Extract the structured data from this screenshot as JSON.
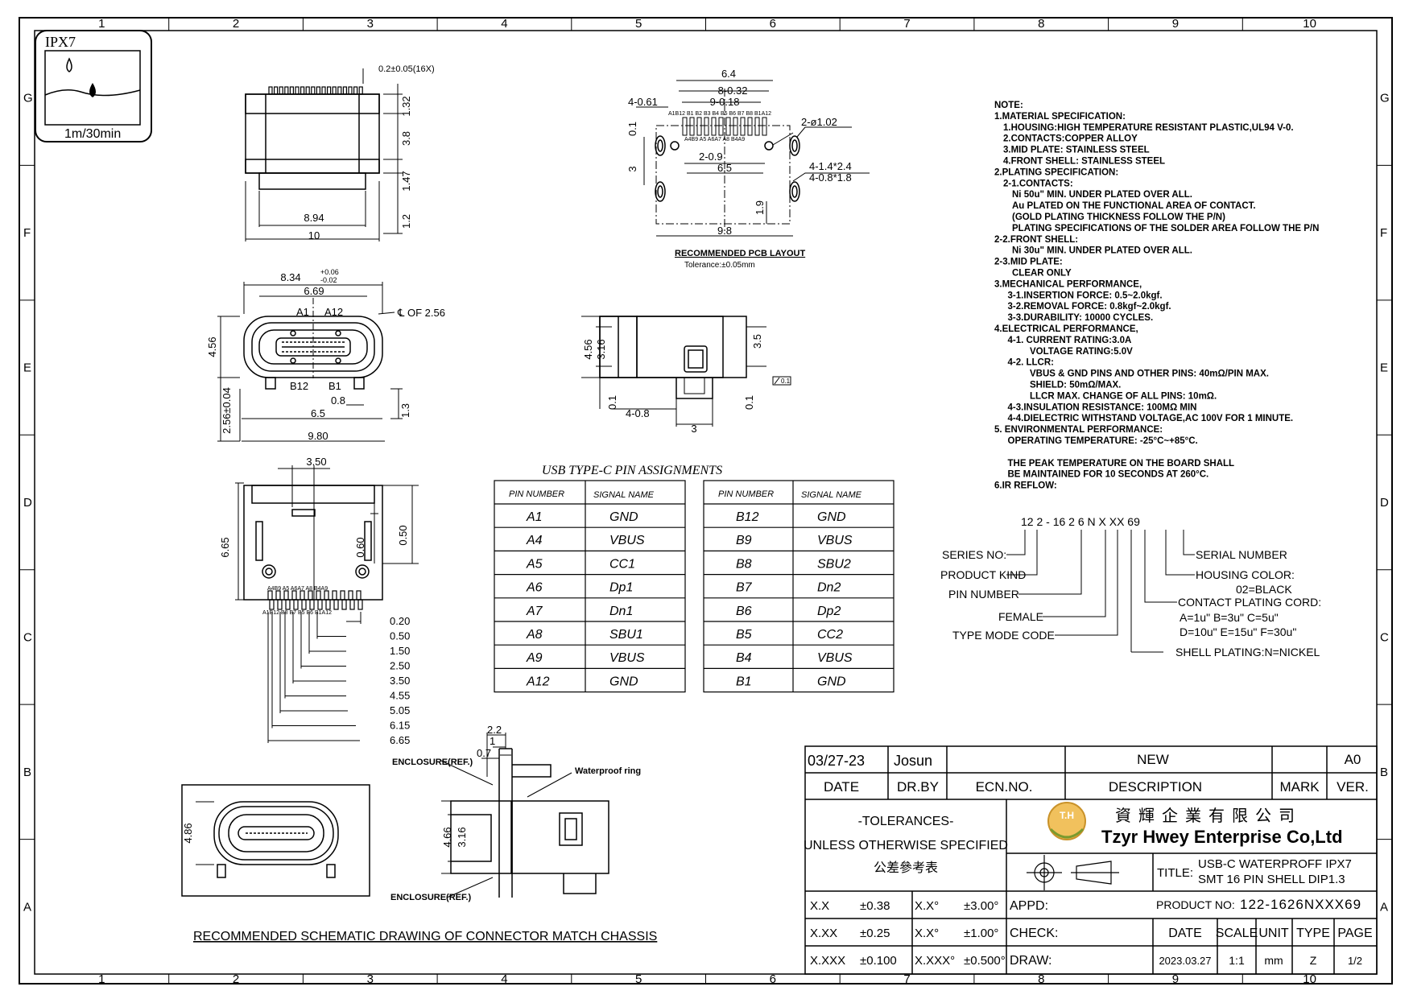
{
  "frame": {
    "cols": [
      "1",
      "2",
      "3",
      "4",
      "5",
      "6",
      "7",
      "8",
      "9",
      "10"
    ],
    "rows": [
      "G",
      "F",
      "E",
      "D",
      "C",
      "B",
      "A"
    ]
  },
  "ipx7": {
    "title": "IPX7",
    "depth": "1m/30min"
  },
  "top_view": {
    "pitch": "0.2±0.05(16X)",
    "dims": [
      "1.32",
      "3.8",
      "1.47",
      "1.2"
    ],
    "w1": "8.94",
    "w2": "10"
  },
  "front_view": {
    "w_top": "8.34",
    "w_top_tol_up": "+0.06",
    "w_top_tol_dn": "-0.02",
    "w_inner": "6.69",
    "center": "℄ OF 2.56",
    "a1": "A1",
    "a12": "A12",
    "b12": "B12",
    "b1": "B1",
    "h": "4.56",
    "h2": "2.56±0.04",
    "w65": "6.5",
    "w08": "0.8",
    "h13": "1.3",
    "w980": "9.80"
  },
  "bottom_view": {
    "w350": "3.50",
    "h665": "6.65",
    "h060": "0.60",
    "h050": "0.50",
    "top_labels": "A4B9  A5  A6A7  A8  B4A9",
    "bot_labels": "A1B12  B8  B7  B5  B6  B1A12",
    "dims": [
      "0.20",
      "0.50",
      "1.50",
      "2.50",
      "3.50",
      "4.55",
      "5.05",
      "6.15",
      "6.65"
    ]
  },
  "pcb": {
    "d64": "6.4",
    "d832": "8-0.32",
    "d918": "9-0.18",
    "d461": "4-0.61",
    "d01": "0.1",
    "d3": "3",
    "hole": "2-ø1.02",
    "d2_09": "2-0.9",
    "d65": "6.5",
    "slot1": "4-1.4*2.4",
    "slot2": "4-0.8*1.8",
    "d19": "1.9",
    "d98": "9.8",
    "top_pins": "A1B12  B1  B2  B3  B4  B5 B6 B7 B8  B1A12",
    "mid_pins": "A4B9  A5  A6A7  A8  B4A9",
    "title": "RECOMMENDED PCB LAYOUT",
    "tol": "Tolerance:±0.05mm"
  },
  "side_view": {
    "h456": "4.56",
    "h316": "3.16",
    "h35": "3.5",
    "flat": "0.1",
    "d01a": "0.1",
    "d01b": "0.1",
    "d408": "4-0.8",
    "d3": "3"
  },
  "pin_table": {
    "title": "USB TYPE-C PIN ASSIGNMENTS",
    "headers": [
      "PIN NUMBER",
      "SIGNAL NAME",
      "PIN NUMBER",
      "SIGNAL NAME"
    ],
    "left": [
      [
        "A1",
        "GND"
      ],
      [
        "A4",
        "VBUS"
      ],
      [
        "A5",
        "CC1"
      ],
      [
        "A6",
        "Dp1"
      ],
      [
        "A7",
        "Dn1"
      ],
      [
        "A8",
        "SBU1"
      ],
      [
        "A9",
        "VBUS"
      ],
      [
        "A12",
        "GND"
      ]
    ],
    "right": [
      [
        "B12",
        "GND"
      ],
      [
        "B9",
        "VBUS"
      ],
      [
        "B8",
        "SBU2"
      ],
      [
        "B7",
        "Dn2"
      ],
      [
        "B6",
        "Dp2"
      ],
      [
        "B5",
        "CC2"
      ],
      [
        "B4",
        "VBUS"
      ],
      [
        "B1",
        "GND"
      ]
    ]
  },
  "notes": [
    "NOTE:",
    "1.MATERIAL SPECIFICATION:",
    "  1.HOUSING:HIGH TEMPERATURE RESISTANT PLASTIC,UL94 V-0.",
    "  2.CONTACTS:COPPER ALLOY",
    "  3.MID PLATE: STAINLESS STEEL",
    "  4.FRONT SHELL: STAINLESS STEEL",
    "2.PLATING SPECIFICATION:",
    "  2-1.CONTACTS:",
    "    Ni 50u\" MIN. UNDER PLATED OVER ALL.",
    "    Au PLATED ON THE FUNCTIONAL AREA OF CONTACT.",
    "    (GOLD PLATING THICKNESS FOLLOW THE P/N)",
    "    PLATING SPECIFICATIONS OF THE SOLDER AREA FOLLOW THE P/N",
    "2-2.FRONT SHELL:",
    "    Ni 30u\" MIN. UNDER PLATED OVER ALL.",
    "2-3.MID PLATE:",
    "    CLEAR ONLY",
    "3.MECHANICAL PERFORMANCE,",
    "   3-1.INSERTION FORCE: 0.5~2.0kgf.",
    "   3-2.REMOVAL FORCE: 0.8kgf~2.0kgf.",
    "   3-3.DURABILITY: 10000 CYCLES.",
    "4.ELECTRICAL PERFORMANCE,",
    "   4-1. CURRENT RATING:3.0A",
    "        VOLTAGE RATING:5.0V",
    "   4-2. LLCR:",
    "        VBUS & GND PINS AND OTHER PINS: 40mΩ/PIN MAX.",
    "        SHIELD: 50mΩ/MAX.",
    "        LLCR MAX. CHANGE OF ALL PINS: 10mΩ.",
    "   4-3.INSULATION RESISTANCE: 100MΩ   MIN",
    "   4-4.DIELECTRIC WITHSTAND VOLTAGE,AC 100V FOR 1 MINUTE.",
    "5. ENVIRONMENTAL PERFORMANCE:",
    "   OPERATING TEMPERATURE: -25°C~+85°C.",
    "",
    "   THE PEAK TEMPERATURE ON THE BOARD SHALL",
    "   BE MAINTAINED FOR 10 SECONDS AT 260°C.",
    "6.IR REFLOW:"
  ],
  "pn_code": {
    "code": "12 2  -  16   2 6  N  X  XX  69",
    "series": "SERIES NO:",
    "kind": "PRODUCT KIND",
    "pin": "PIN NUMBER",
    "female": "FEMALE",
    "type": "TYPE MODE CODE",
    "serial": "SERIAL NUMBER",
    "housing": "HOUSING COLOR:",
    "black": "02=BLACK",
    "contact": "CONTACT PLATING CORD:",
    "c1": "A=1u\"  B=3u\"  C=5u\"",
    "c2": "D=10u\" E=15u\" F=30u\"",
    "shell": "SHELL PLATING:N=NICKEL"
  },
  "chassis": {
    "title": "RECOMMENDED SCHEMATIC DRAWING OF CONNECTOR MATCH CHASSIS",
    "h486": "4.86",
    "d22": "2.2",
    "d1": "1",
    "d07": "0.7",
    "enc1": "ENCLOSURE(REF.)",
    "enc2": "ENCLOSURE(REF.)",
    "ring": "Waterproof ring",
    "h466": "4.66",
    "h316": "3.16"
  },
  "title_block": {
    "date_val": "03/27-23",
    "drby_val": "Josun",
    "desc_val": "NEW",
    "ver_val": "A0",
    "date_h": "DATE",
    "drby_h": "DR.BY",
    "ecn_h": "ECN.NO.",
    "desc_h": "DESCRIPTION",
    "mark_h": "MARK",
    "ver_h": "VER.",
    "tol1": "-TOLERANCES-",
    "tol2": "UNLESS OTHERWISE SPECIFIED",
    "tol3": "公差參考表",
    "company_cn": "資 輝 企 業 有 限 公 司",
    "company_en": "Tzyr Hwey Enterprise Co,Ltd",
    "logo": "T.H",
    "title_h": "TITLE:",
    "title1": "USB-C WATERPROFF IPX7",
    "title2": "SMT 16 PIN SHELL DIP1.3",
    "tols": [
      [
        "X.X",
        "±0.38",
        "X.X°",
        "±3.00°"
      ],
      [
        "X.XX",
        "±0.25",
        "X.X°",
        "±1.00°"
      ],
      [
        "X.XXX",
        "±0.100",
        "X.XXX°",
        "±0.500°"
      ]
    ],
    "appd": "APPD:",
    "check": "CHECK:",
    "draw": "DRAW:",
    "pn_h": "PRODUCT NO:",
    "pn": "122-1626NXXX69",
    "date2_h": "DATE",
    "scale_h": "SCALE",
    "unit_h": "UNIT",
    "type_h": "TYPE",
    "page_h": "PAGE",
    "date2": "2023.03.27",
    "scale": "1:1",
    "unit": "mm",
    "type": "Z",
    "page": "1/2"
  }
}
